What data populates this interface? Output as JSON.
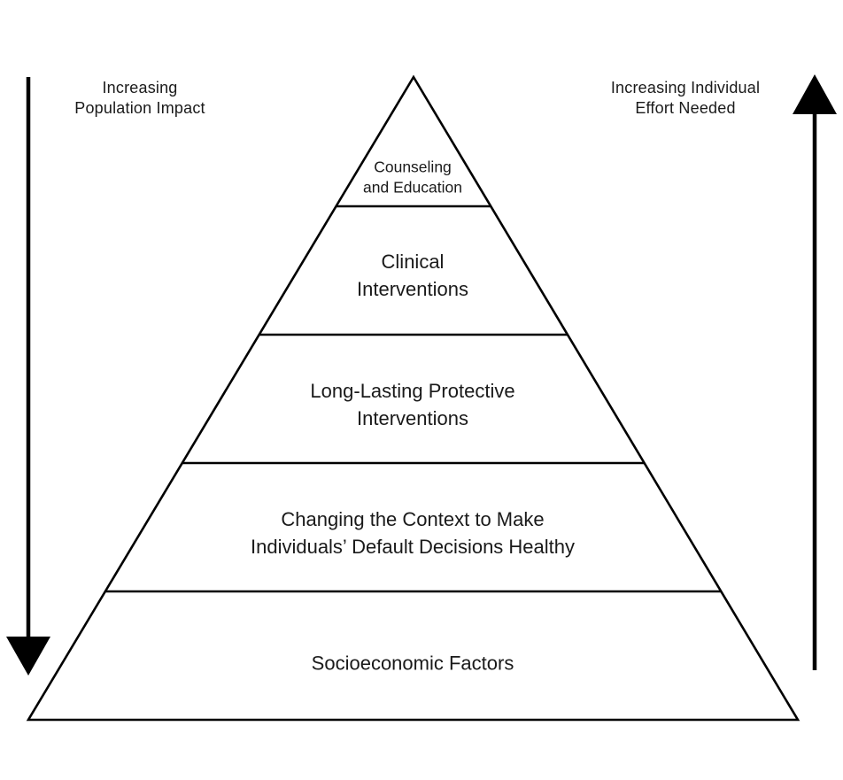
{
  "diagram": {
    "left_axis": {
      "label": "Increasing\nPopulation Impact",
      "arrow_direction": "down"
    },
    "right_axis": {
      "label": "Increasing Individual\nEffort Needed",
      "arrow_direction": "up"
    },
    "levels": [
      {
        "label": "Counseling\nand Education"
      },
      {
        "label": "Clinical\nInterventions"
      },
      {
        "label": "Long-Lasting Protective\nInterventions"
      },
      {
        "label": "Changing the Context to Make\nIndividuals’ Default Decisions Healthy"
      },
      {
        "label": "Socioeconomic Factors"
      }
    ],
    "colors": {
      "line": "#000000",
      "text": "#1a1a1a",
      "background": "#ffffff"
    }
  }
}
